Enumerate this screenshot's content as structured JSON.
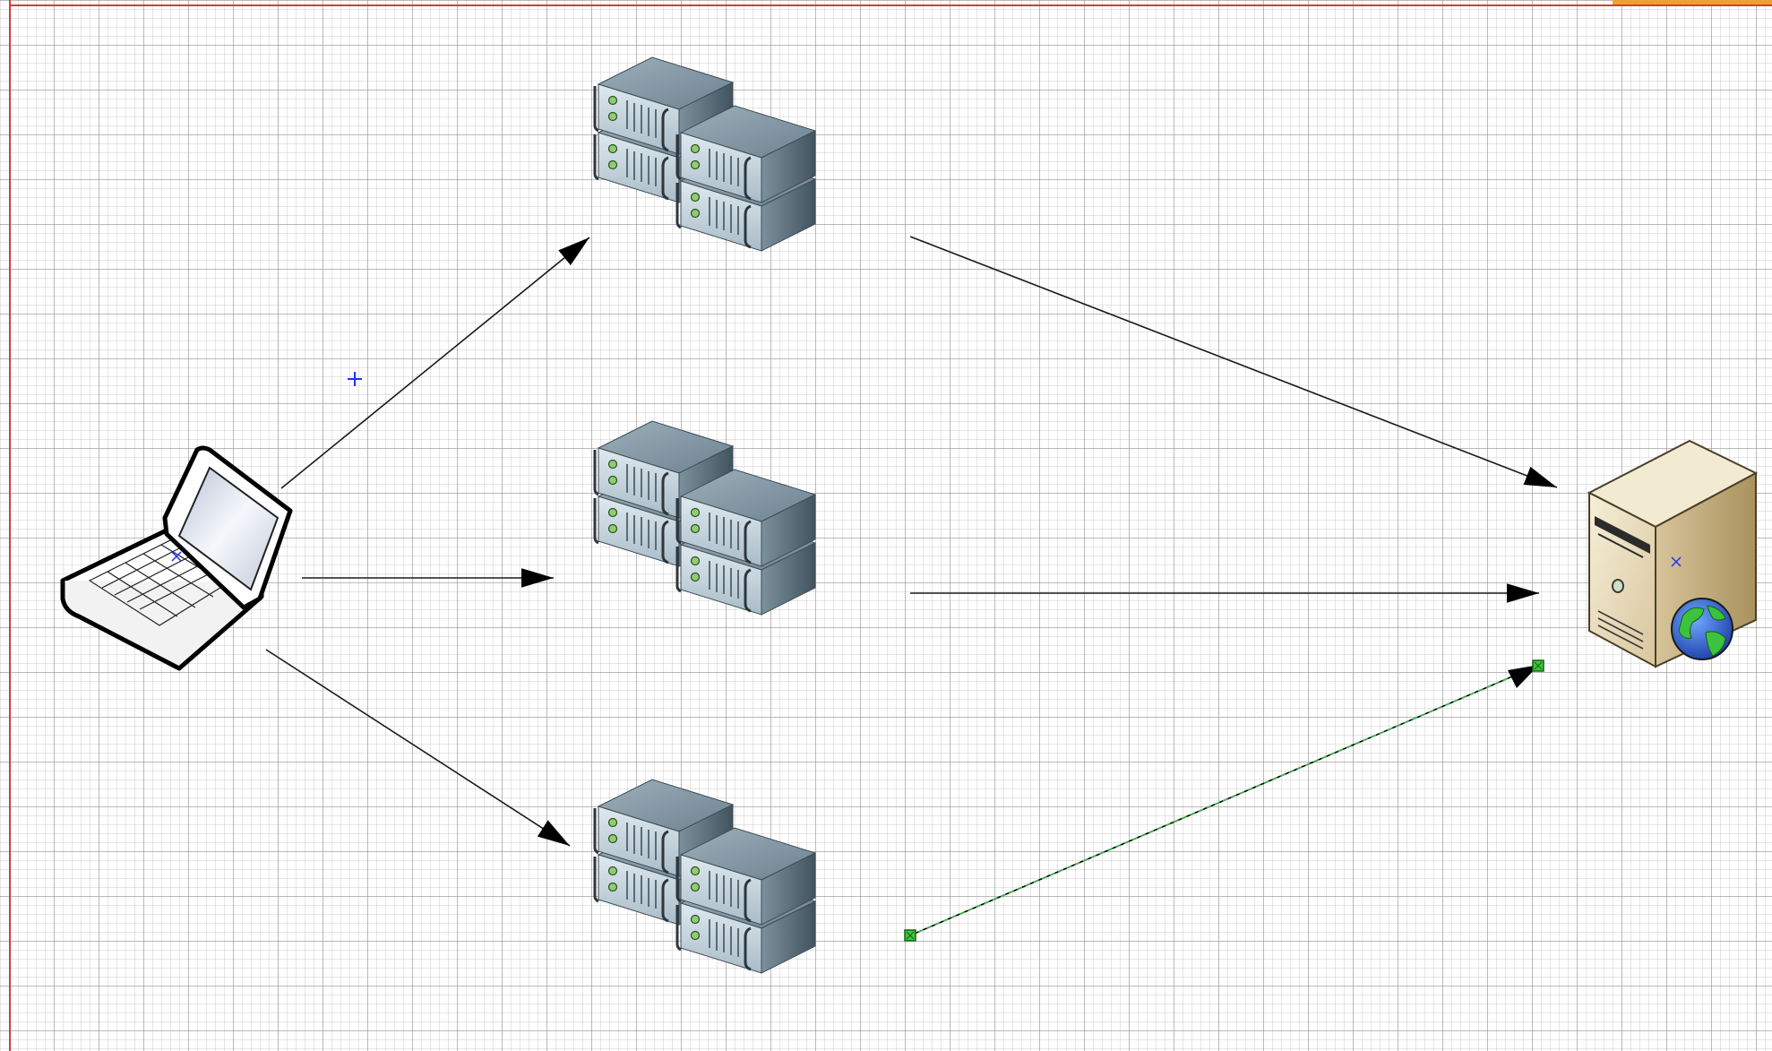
{
  "editor": {
    "canvas": "drawing-canvas",
    "page_border_color": "#d63b3b",
    "grid_color": "#c8c8c8",
    "selected_connector_color": "#2e9e2e"
  },
  "shapes": [
    {
      "id": "laptop",
      "icon": "laptop-icon"
    },
    {
      "id": "server-rack-top",
      "icon": "server-rack-icon"
    },
    {
      "id": "server-rack-middle",
      "icon": "server-rack-icon"
    },
    {
      "id": "server-rack-bottom",
      "icon": "server-rack-icon"
    },
    {
      "id": "web-server",
      "icon": "web-server-icon"
    }
  ],
  "connectors": [
    {
      "from": "laptop",
      "to": "server-rack-top",
      "selected": false
    },
    {
      "from": "laptop",
      "to": "server-rack-middle",
      "selected": false
    },
    {
      "from": "laptop",
      "to": "server-rack-bottom",
      "selected": false
    },
    {
      "from": "server-rack-top",
      "to": "web-server",
      "selected": false
    },
    {
      "from": "server-rack-middle",
      "to": "web-server",
      "selected": false
    },
    {
      "from": "server-rack-bottom",
      "to": "web-server",
      "selected": true
    }
  ]
}
